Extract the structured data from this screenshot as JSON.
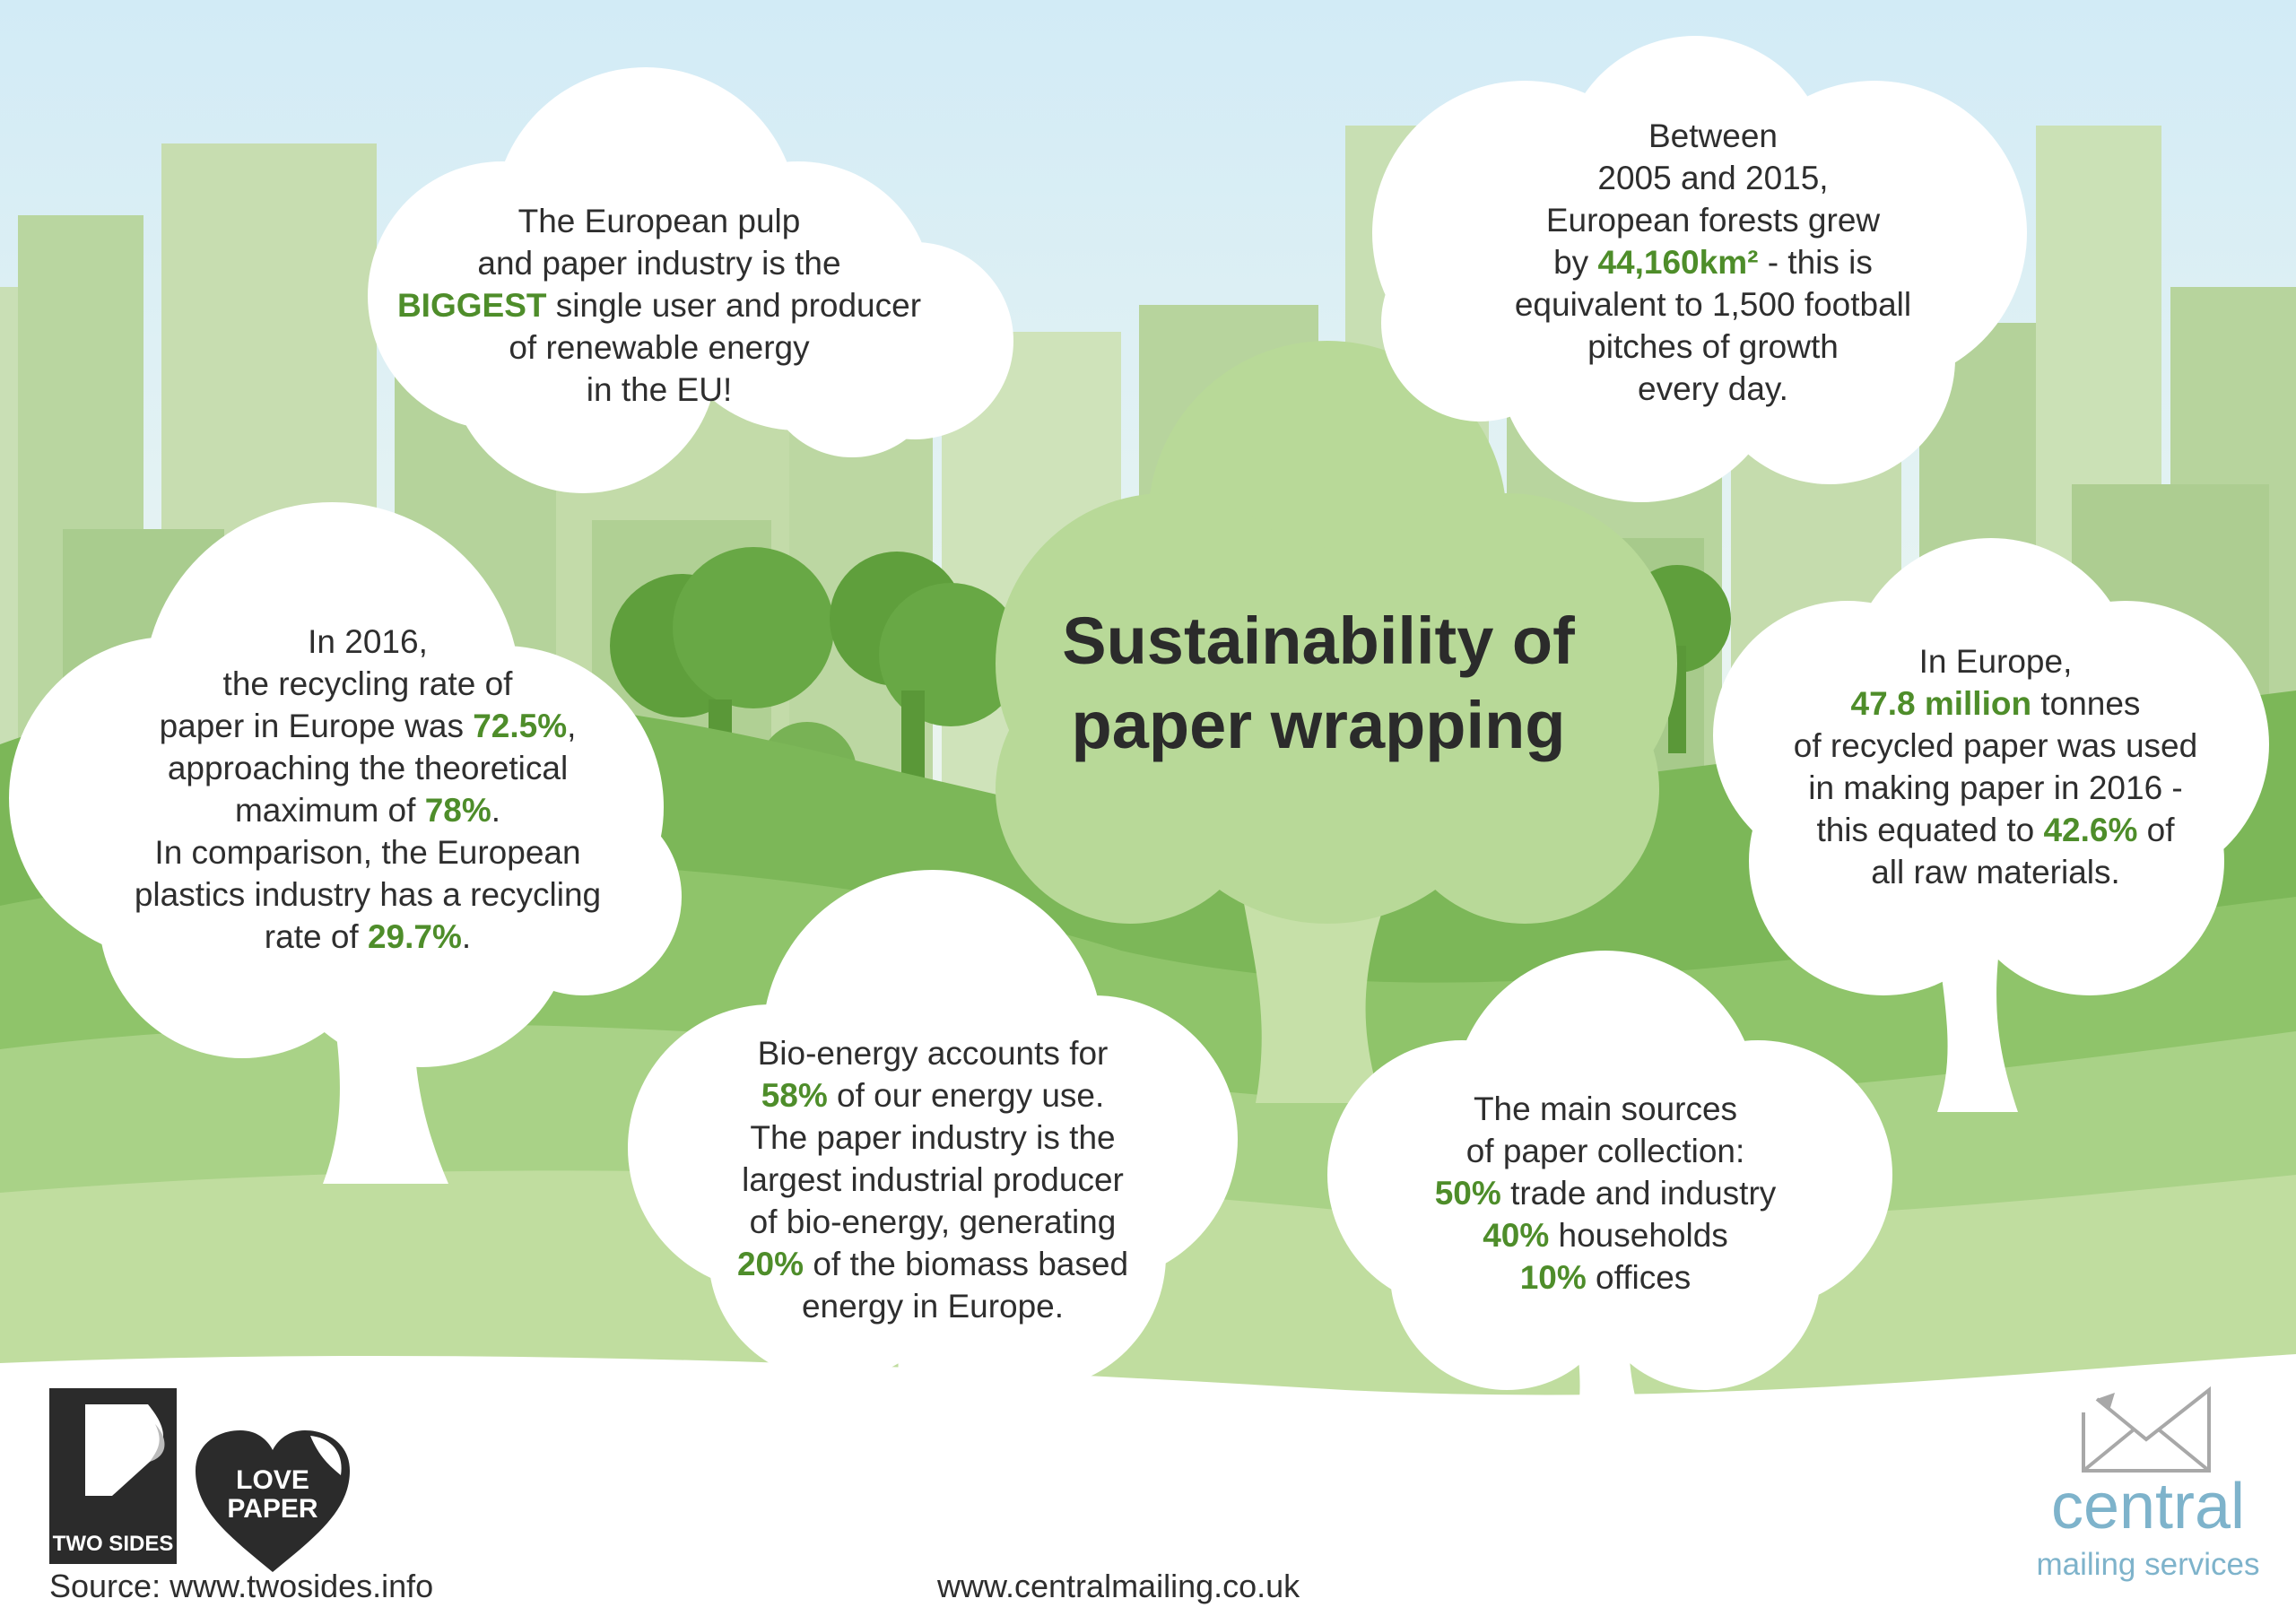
{
  "title": {
    "line1": "Sustainability of",
    "line2": "paper wrapping"
  },
  "facts": {
    "renewable": {
      "l1": "The European pulp",
      "l2": "and paper industry is the",
      "hl1": "BIGGEST",
      "l3": "single user and producer",
      "l4": "of renewable energy",
      "l5": "in the EU!"
    },
    "forest": {
      "l1": "Between",
      "l2": "2005 and 2015,",
      "l3": "European forests grew",
      "l4a": "by",
      "hl1": "44,160km²",
      "l4b": "- this is",
      "l5": "equivalent to 1,500 football",
      "l6": "pitches of growth",
      "l7": "every day."
    },
    "recycling": {
      "l1": "In 2016,",
      "l2": "the recycling rate of",
      "l3": "paper in Europe was",
      "hl1": "72.5%",
      "l3b": ",",
      "l4": "approaching the theoretical",
      "l5": "maximum of",
      "hl2": "78%",
      "l5b": ".",
      "l6": "In comparison, the European",
      "l7": "plastics industry has a recycling",
      "l8": "rate of",
      "hl3": "29.7%",
      "l8b": "."
    },
    "recycled": {
      "l1": "In Europe,",
      "hl1": "47.8 million",
      "l2": "tonnes",
      "l3": "of recycled paper was used",
      "l4": "in making paper in 2016 -",
      "l5": "this equated to",
      "hl2": "42.6%",
      "l5b": "of",
      "l6": "all raw materials."
    },
    "bio": {
      "l1": "Bio-energy accounts for",
      "hl1": "58%",
      "l2": "of our energy use.",
      "l3": "The paper industry is the",
      "l4": "largest industrial producer",
      "l5": "of bio-energy, generating",
      "hl2": "20%",
      "l6": "of the biomass based",
      "l7": "energy in Europe."
    },
    "collection": {
      "l1": "The main sources",
      "l2": "of paper collection:",
      "hl1": "50%",
      "l3": "trade and industry",
      "hl2": "40%",
      "l4": "households",
      "hl3": "10%",
      "l5": "offices"
    }
  },
  "logos": {
    "two_sides": "TWO SIDES",
    "love": "LOVE",
    "paper": "PAPER",
    "cms_name": "central",
    "cms_sub": "mailing services"
  },
  "footer": {
    "source": "Source: www.twosides.info",
    "url": "www.centralmailing.co.uk"
  },
  "colors": {
    "highlight": "#4e8d2a",
    "text": "#2e2e2e",
    "brand_blue": "#7eb3cb"
  }
}
